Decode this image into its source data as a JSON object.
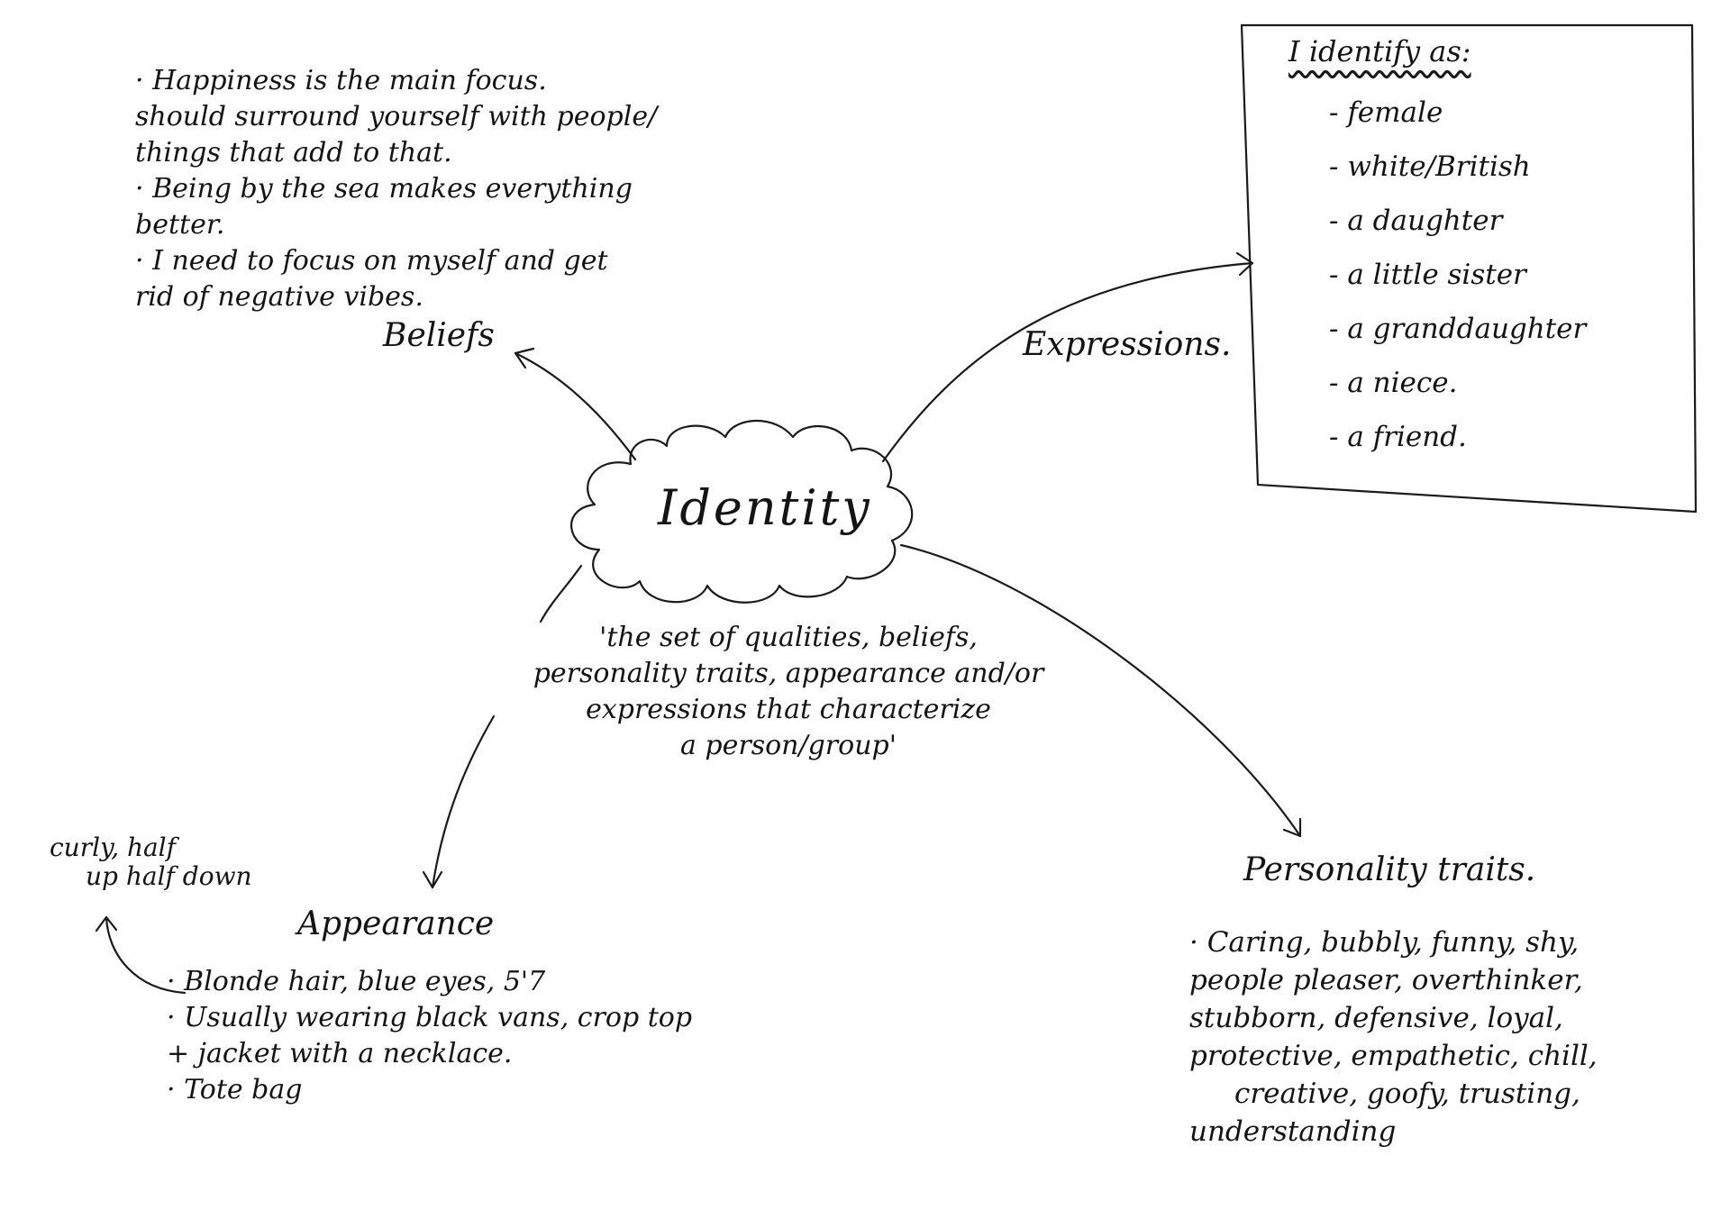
{
  "center": {
    "title": "Identity",
    "definition": [
      "'the set of qualities, beliefs,",
      "personality traits, appearance and/or",
      "expressions that characterize",
      "a person/group'"
    ]
  },
  "beliefs": {
    "label": "Beliefs",
    "notes": [
      "· Happiness is the main focus.",
      "should surround yourself with people/",
      "things that add to that.",
      "· Being by the sea makes everything",
      "better.",
      "· I need to focus on myself and get",
      "rid of negative vibes."
    ]
  },
  "expressions": {
    "label": "Expressions.",
    "box_title": "I identify as:",
    "items": [
      "- female",
      "- white/British",
      "- a daughter",
      "- a little sister",
      "- a granddaughter",
      "- a niece.",
      "- a friend."
    ]
  },
  "appearance": {
    "label": "Appearance",
    "side_note": [
      "curly, half",
      "up half down"
    ],
    "notes": [
      "· Blonde hair, blue eyes, 5'7",
      "· Usually wearing black vans, crop top",
      "+ jacket with a necklace.",
      "· Tote bag"
    ]
  },
  "personality": {
    "label": "Personality traits.",
    "notes": [
      "· Caring, bubbly, funny, shy,",
      "people pleaser, overthinker,",
      "stubborn, defensive, loyal,",
      "protective, empathetic, chill,",
      "creative, goofy, trusting,",
      "understanding"
    ]
  }
}
